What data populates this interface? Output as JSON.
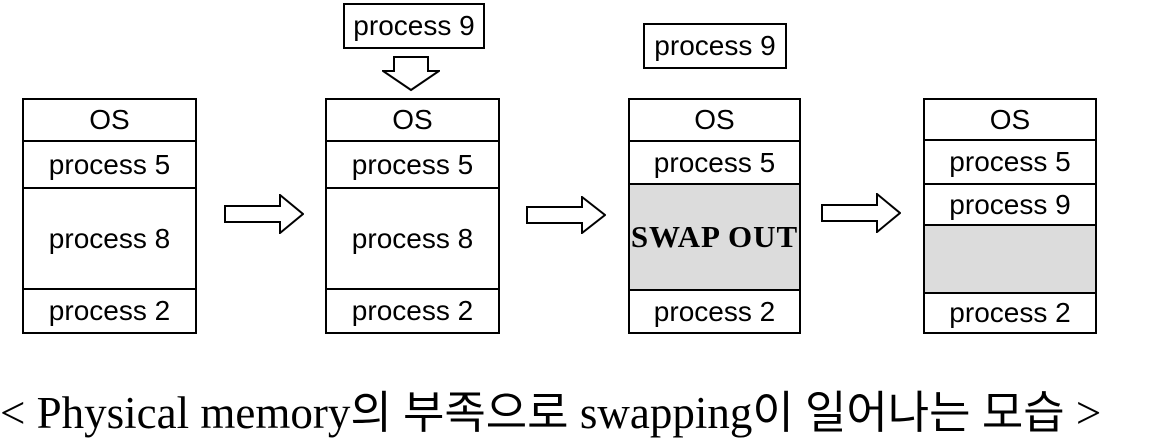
{
  "caption": "< Physical memory의 부족으로 swapping이 일어나는 모습 >",
  "floating_boxes": [
    {
      "label": "process 9"
    },
    {
      "label": "process 9"
    }
  ],
  "memory_boxes": [
    {
      "rows": [
        {
          "label": "OS"
        },
        {
          "label": "process 5"
        },
        {
          "label": "process 8"
        },
        {
          "label": "process 2"
        }
      ]
    },
    {
      "rows": [
        {
          "label": "OS"
        },
        {
          "label": "process 5"
        },
        {
          "label": "process 8"
        },
        {
          "label": "process 2"
        }
      ]
    },
    {
      "rows": [
        {
          "label": "OS"
        },
        {
          "label": "process 5"
        },
        {
          "label": "SWAP OUT"
        },
        {
          "label": "process 2"
        }
      ]
    },
    {
      "rows": [
        {
          "label": "OS"
        },
        {
          "label": "process 5"
        },
        {
          "label": "process 9"
        },
        {
          "label": ""
        },
        {
          "label": "process 2"
        }
      ]
    }
  ],
  "icons": {
    "flow_arrow_right": "block-arrow-right",
    "insert_arrow_down": "block-arrow-down"
  },
  "colors": {
    "background": "#ffffff",
    "border": "#000000",
    "text": "#000000",
    "swap_region_fill": "#dcdcdc"
  }
}
